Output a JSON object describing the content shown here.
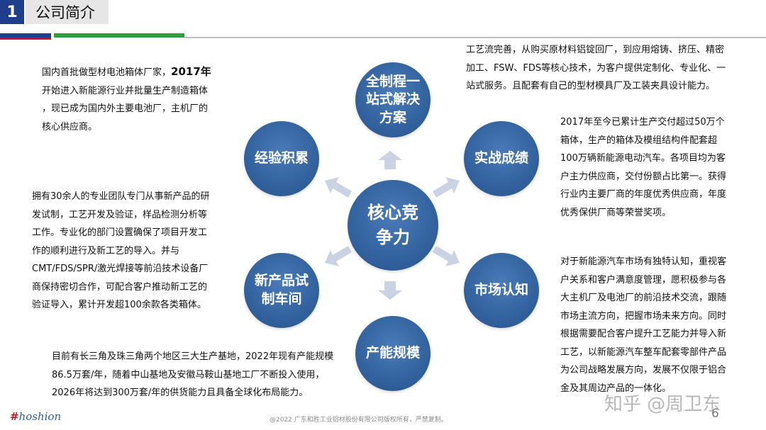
{
  "header": {
    "number": "1",
    "title": "公司简介"
  },
  "center": {
    "line1": "核心竞",
    "line2": "争力"
  },
  "nodes": {
    "top": {
      "line1": "全制程一",
      "line2": "站式解决",
      "line3": "方案"
    },
    "upper_right": {
      "label": "实战成绩"
    },
    "lower_right": {
      "label": "市场认知"
    },
    "bottom": {
      "label": "产能规模"
    },
    "lower_left": {
      "line1": "新产品试",
      "line2": "制车间"
    },
    "upper_left": {
      "label": "经验积累"
    }
  },
  "texts": {
    "top_left": {
      "l1a": "国内首批做型材电池箱体厂家，",
      "l1b": "2017年",
      "l2": "开始进入新能源行业并批量生产制造箱体",
      "l3": "，现已成为国内外主要电池厂，主机厂的",
      "l4": "核心供应商。"
    },
    "top_right": {
      "l1": "工艺流完善，从购买原材料铝锭回厂，到应用熔铸、挤压、精密",
      "l2": "加工、FSW、FDS等核心技术，为客户提供定制化、专业化、一",
      "l3": "站式服务。且配套有自己的型材模具厂及工装夹具设计能力。"
    },
    "mid_right": {
      "l1": "2017年至今已累计生产交付超过50万个",
      "l2": "箱体，生产的箱体及模组结构件配套超",
      "l3": "100万辆新能源电动汽车。各项目均为客",
      "l4": "户主力供应商，交付份额占比第一。获得",
      "l5": "行业内主要厂商的年度优秀供应商，年度",
      "l6": "优秀保供厂商等荣誉奖项。"
    },
    "mid_left": {
      "l1": "拥有30余人的专业团队专门从事新产品的研",
      "l2": "发试制，工艺开发及验证，样品检测分析等",
      "l3": "工作。专业化的部门设置确保了项目开发工",
      "l4": "作的顺利进行及新工艺的导入。并与",
      "l5": "CMT/FDS/SPR/激光焊接等前沿技术设备厂",
      "l6": "商保持密切合作，可配合客户推动新工艺的",
      "l7": "验证导入，累计开发超100余款各类箱体。"
    },
    "bottom_right": {
      "l1": "对于新能源汽车市场有独特认知，重视客",
      "l2": "户关系和客户满意度管理，愿积极参与各",
      "l3": "大主机厂及电池厂的前沿技术交流，跟随",
      "l4": "市场主流方向，把握市场未来方向。同时",
      "l5": "根据需要配合客户提升工艺能力并导入新",
      "l6": "工艺，以新能源汽车整车配套零部件产品",
      "l7": "为公司战略发展方向，发展不仅限于铝合",
      "l8": "金及其周边产品的一体化。"
    },
    "bottom_left": {
      "l1": "目前有长三角及珠三角两个地区三大生产基地，2022年现有产能规模",
      "l2": "86.5万套/年，随着中山基地及安徽马鞍山基地工厂不断投入使用，",
      "l3": "2026年将达到300万套/年的供货能力且具备全球化布局能力。"
    }
  },
  "footer": {
    "logo_mark": "#",
    "logo_text": "hoshion",
    "copyright": "@2022 广东和胜工业铝材股份有限公司版权所有，严禁复制。",
    "page_number": "6",
    "watermark": "知乎 @周卫东"
  },
  "colors": {
    "circle_blue": "#2f5e99",
    "header_blue": "#1f3f8c",
    "accent_green": "#2e9e3e",
    "accent_red": "#c8102e",
    "arrow_gray": "#c9d3e3"
  }
}
